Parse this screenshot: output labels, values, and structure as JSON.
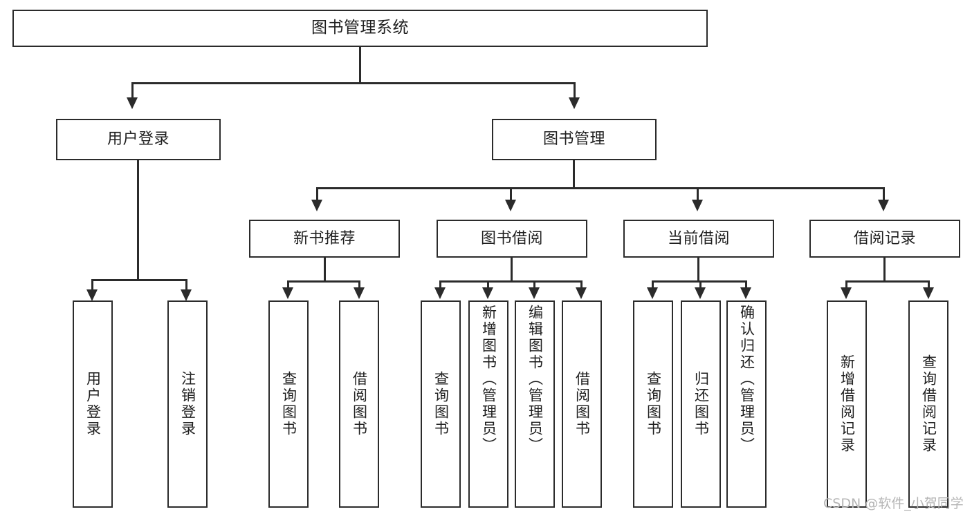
{
  "diagram": {
    "title": "图书管理系统",
    "watermark": "CSDN @软件_小贺同学",
    "type": "tree-hierarchy-diagram",
    "line_color": "#2b2b2b",
    "background_color": "#ffffff",
    "nodes": {
      "root": {
        "label": "图书管理系统"
      },
      "level2": [
        {
          "id": "user-login",
          "label": "用户登录"
        },
        {
          "id": "book-management",
          "label": "图书管理"
        }
      ],
      "level3": [
        {
          "id": "new-book-recommend",
          "label": "新书推荐"
        },
        {
          "id": "book-borrow",
          "label": "图书借阅"
        },
        {
          "id": "current-borrow",
          "label": "当前借阅"
        },
        {
          "id": "borrow-record",
          "label": "借阅记录"
        }
      ],
      "leaves": {
        "user_login": [
          {
            "id": "leaf-user-login",
            "label": "用户登录"
          },
          {
            "id": "leaf-logout",
            "label": "注销登录"
          }
        ],
        "new_book_recommend": [
          {
            "id": "leaf-query-book-1",
            "label": "查询图书"
          },
          {
            "id": "leaf-borrow-book-1",
            "label": "借阅图书"
          }
        ],
        "book_borrow": [
          {
            "id": "leaf-query-book-2",
            "label": "查询图书"
          },
          {
            "id": "leaf-add-book",
            "label": "新增图书（管理员）"
          },
          {
            "id": "leaf-edit-book",
            "label": "编辑图书（管理员）"
          },
          {
            "id": "leaf-borrow-book-2",
            "label": "借阅图书"
          }
        ],
        "current_borrow": [
          {
            "id": "leaf-query-book-3",
            "label": "查询图书"
          },
          {
            "id": "leaf-return-book",
            "label": "归还图书"
          },
          {
            "id": "leaf-confirm-return",
            "label": "确认归还（管理员）"
          }
        ],
        "borrow_record": [
          {
            "id": "leaf-add-record",
            "label": "新增借阅记录"
          },
          {
            "id": "leaf-query-record",
            "label": "查询借阅记录"
          }
        ]
      }
    }
  }
}
